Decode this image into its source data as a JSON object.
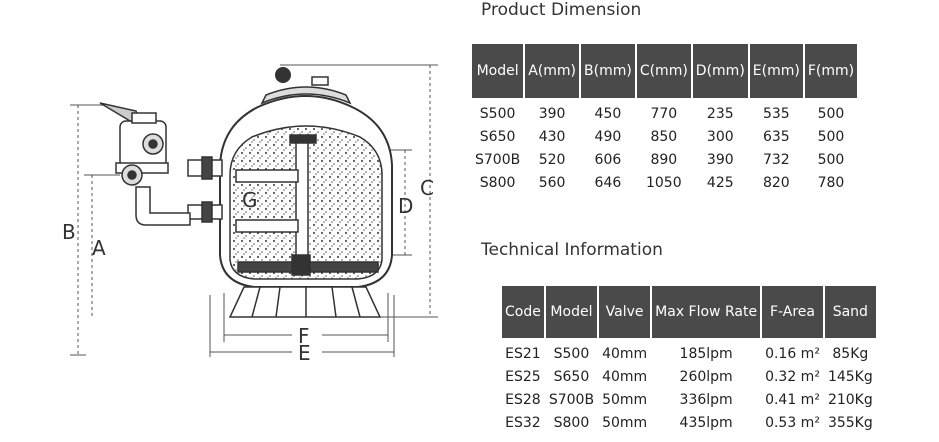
{
  "diagram": {
    "labels": {
      "a": "A",
      "b": "B",
      "c": "C",
      "d": "D",
      "e": "E",
      "f": "F",
      "g": "G"
    }
  },
  "product_dimension": {
    "title": "Product Dimension",
    "headers": [
      "Model",
      "A(mm)",
      "B(mm)",
      "C(mm)",
      "D(mm)",
      "E(mm)",
      "F(mm)"
    ],
    "rows": [
      [
        "S500",
        "390",
        "450",
        "770",
        "235",
        "535",
        "500"
      ],
      [
        "S650",
        "430",
        "490",
        "850",
        "300",
        "635",
        "500"
      ],
      [
        "S700B",
        "520",
        "606",
        "890",
        "390",
        "732",
        "500"
      ],
      [
        "S800",
        "560",
        "646",
        "1050",
        "425",
        "820",
        "780"
      ]
    ]
  },
  "technical_information": {
    "title": "Technical Information",
    "headers": [
      "Code",
      "Model",
      "Valve",
      "Max Flow Rate",
      "F-Area",
      "Sand"
    ],
    "rows": [
      [
        "ES21",
        "S500",
        "40mm",
        "185lpm",
        "0.16 m²",
        "85Kg"
      ],
      [
        "ES25",
        "S650",
        "40mm",
        "260lpm",
        "0.32 m²",
        "145Kg"
      ],
      [
        "ES28",
        "S700B",
        "50mm",
        "336lpm",
        "0.41 m²",
        "210Kg"
      ],
      [
        "ES32",
        "S800",
        "50mm",
        "435lpm",
        "0.53 m²",
        "355Kg"
      ]
    ]
  }
}
